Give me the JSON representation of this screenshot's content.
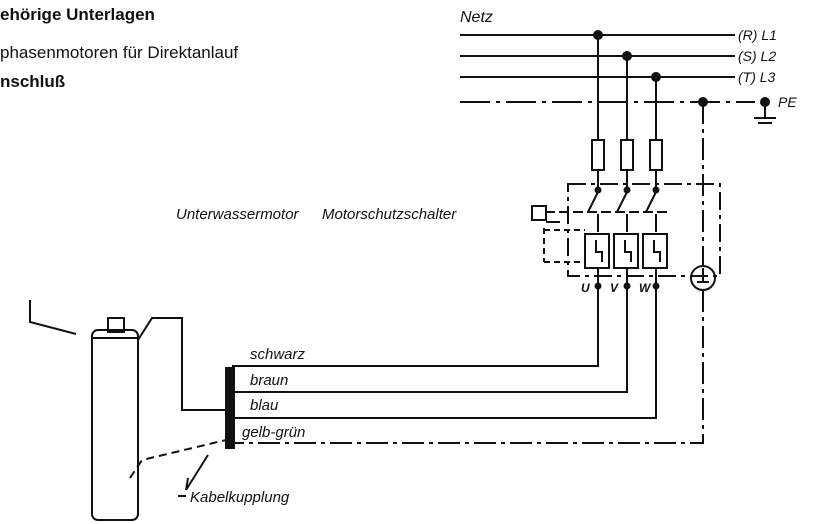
{
  "header": {
    "line1": "ehörige Unterlagen",
    "line2": "phasenmotoren für Direktanlauf",
    "line3": "nschluß"
  },
  "network": {
    "title": "Netz",
    "l1": "(R) L1",
    "l2": "(S) L2",
    "l3": "(T) L3",
    "pe": "PE"
  },
  "labels": {
    "motor": "Unterwassermotor",
    "switch": "Motorschutzschalter",
    "terminal_u": "U",
    "terminal_v": "V",
    "terminal_w": "W",
    "coupling": "Kabelkupplung"
  },
  "wires": {
    "black": "schwarz",
    "brown": "braun",
    "blue": "blau",
    "green_yellow": "gelb-grün"
  }
}
